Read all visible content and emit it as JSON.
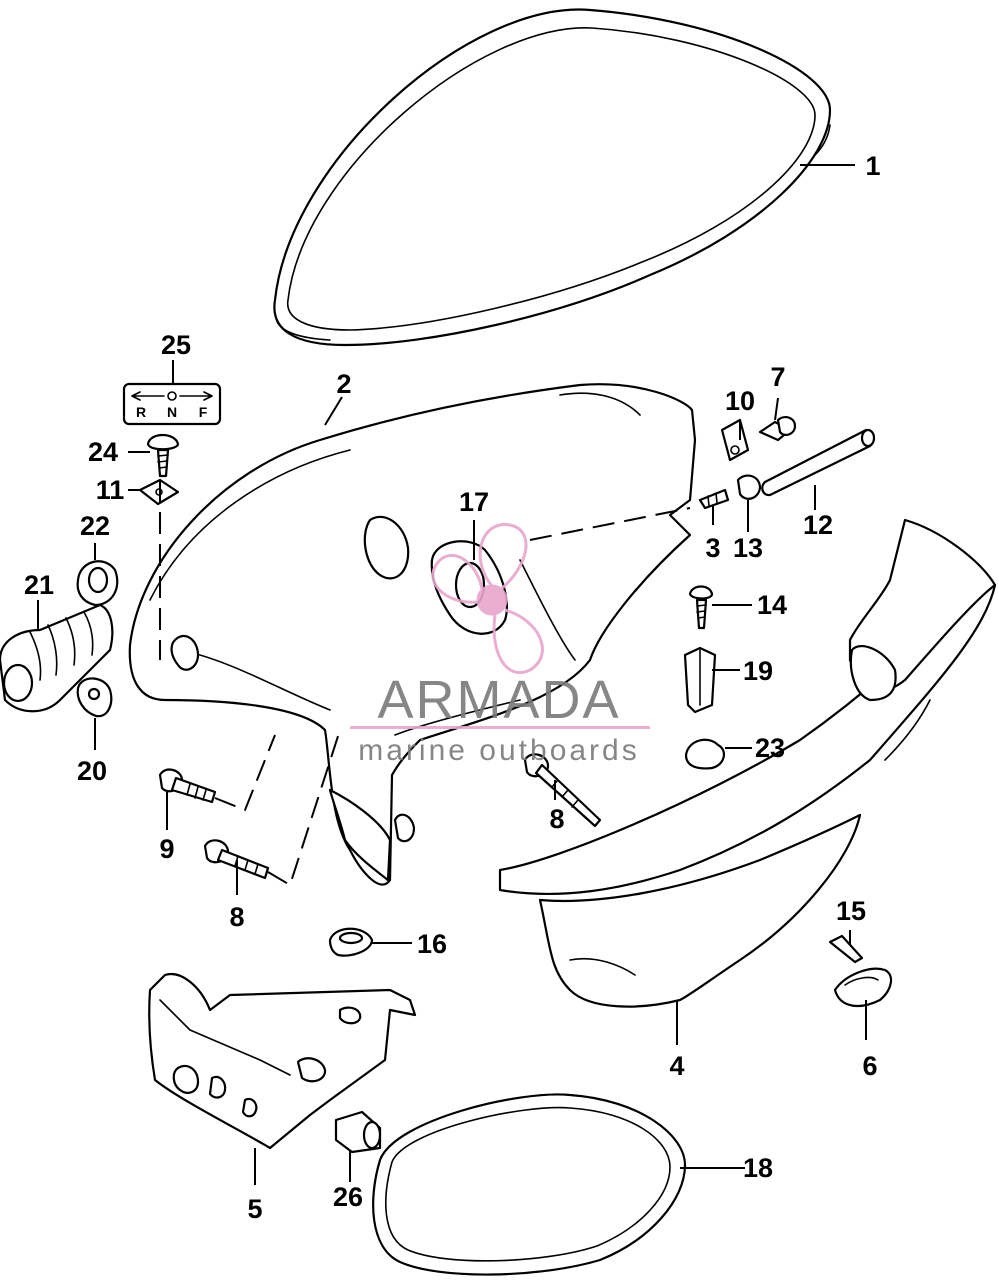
{
  "callouts": [
    "1",
    "2",
    "3",
    "4",
    "5",
    "6",
    "7",
    "8",
    "8",
    "9",
    "10",
    "11",
    "12",
    "13",
    "14",
    "15",
    "16",
    "17",
    "18",
    "19",
    "20",
    "21",
    "22",
    "23",
    "24",
    "25",
    "26"
  ],
  "decal_25": {
    "left": "R",
    "center": "N",
    "right": "F"
  },
  "watermark": {
    "brand": "ARMADA",
    "tagline": "marine outboards",
    "accent_color": "#e7a6cc",
    "text_color": "#7a7a7a"
  }
}
